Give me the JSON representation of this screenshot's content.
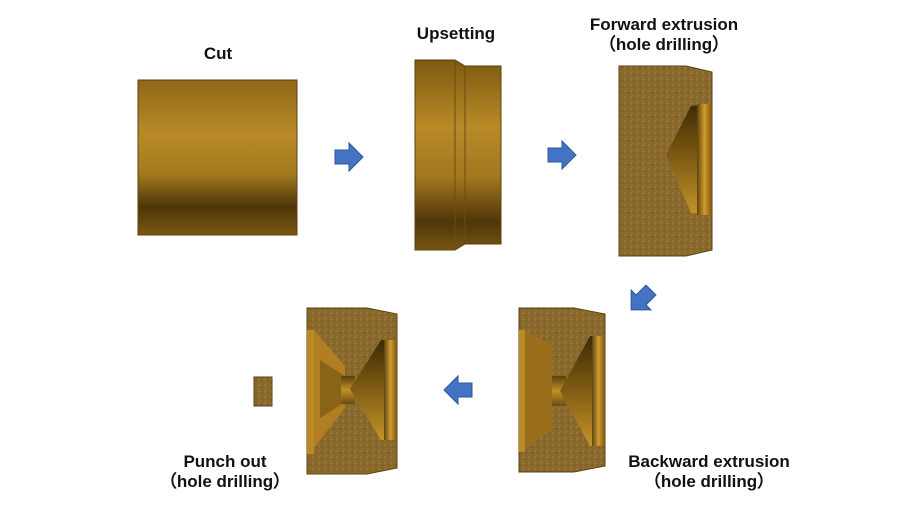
{
  "diagram": {
    "steps": [
      {
        "id": "cut",
        "line1": "Cut",
        "line2": ""
      },
      {
        "id": "upsetting",
        "line1": "Upsetting",
        "line2": ""
      },
      {
        "id": "forward",
        "line1": "Forward extrusion",
        "line2": "（hole drilling）"
      },
      {
        "id": "backward",
        "line1": "Backward extrusion",
        "line2": "（hole drilling）"
      },
      {
        "id": "punch",
        "line1": "Punch out",
        "line2": "（hole drilling）"
      }
    ],
    "colors": {
      "metal_light": "#b98a26",
      "metal_mid": "#9a6e1a",
      "metal_dark": "#4e3608",
      "textured": "#8a6a2c",
      "arrow": "#4472c4"
    }
  }
}
